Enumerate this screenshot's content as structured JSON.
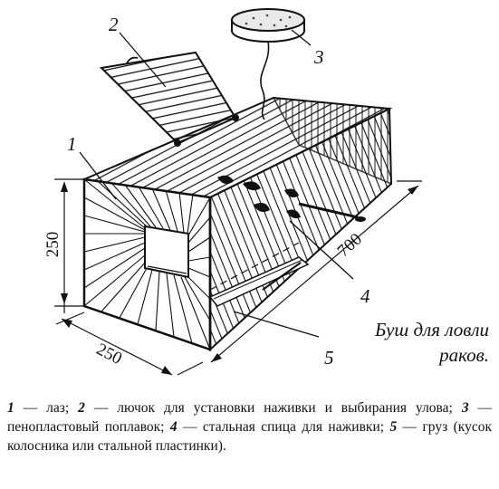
{
  "callouts": {
    "c1": "1",
    "c2": "2",
    "c3": "3",
    "c4": "4",
    "c5": "5"
  },
  "dimensions": {
    "height": "250",
    "width": "250",
    "length": "700"
  },
  "title": {
    "line1": "Буш для ловли",
    "line2": "раков."
  },
  "legend": [
    {
      "num": "1",
      "text": " — лаз; "
    },
    {
      "num": "2",
      "text": " — лючок для установки наживки и выбирания улова; "
    },
    {
      "num": "3",
      "text": " — пенопластовый поплавок; "
    },
    {
      "num": "4",
      "text": " — стальная спица для наживки; "
    },
    {
      "num": "5",
      "text": " — груз (кусок колосника или стальной пластинки)."
    }
  ]
}
